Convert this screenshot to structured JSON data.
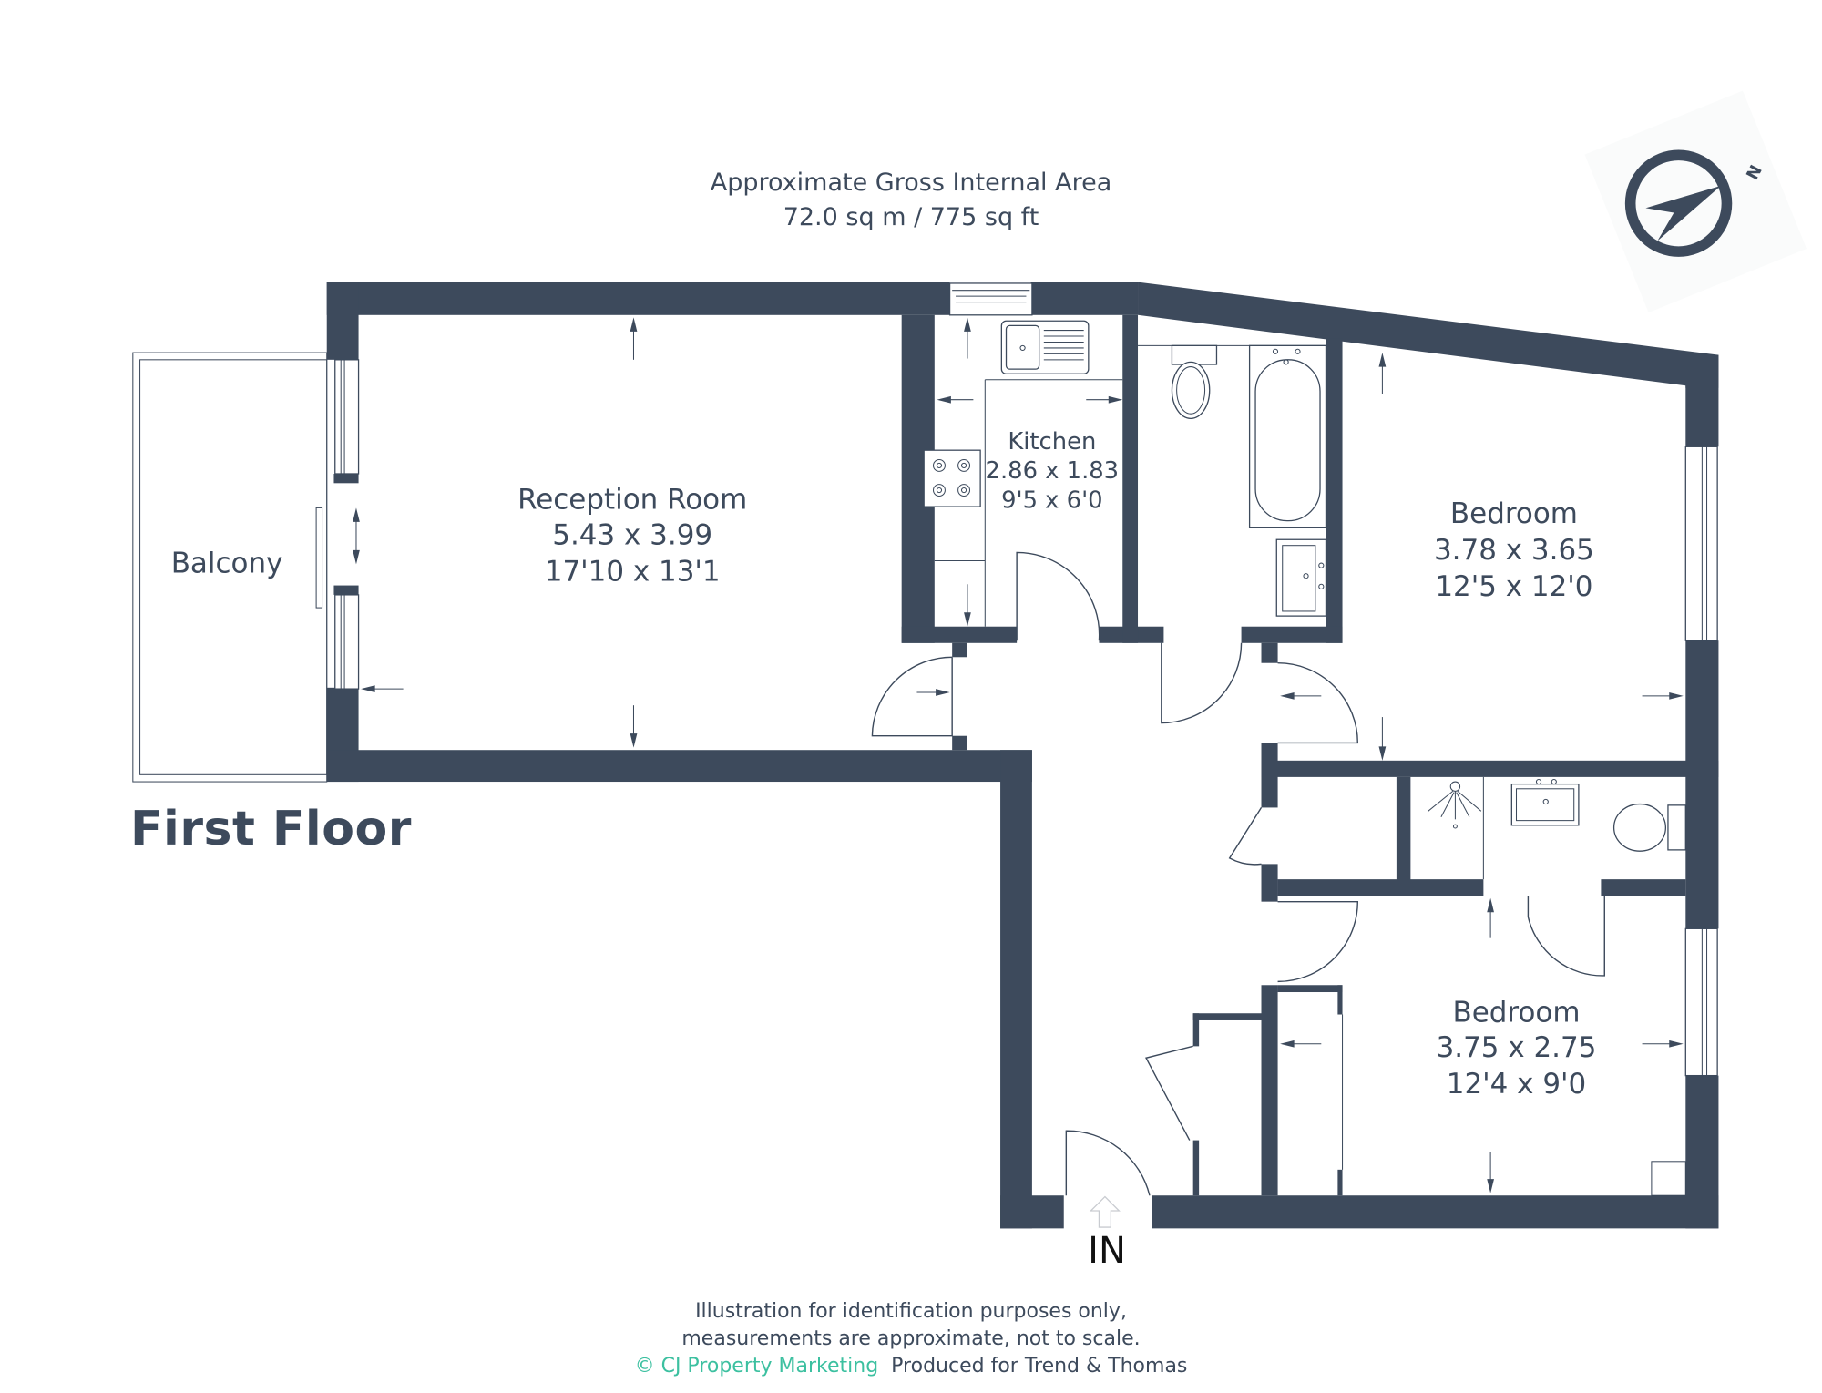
{
  "header": {
    "title": "Approximate Gross Internal Area",
    "area": "72.0 sq m / 775 sq ft"
  },
  "compass": {
    "icon": "compass-north-icon",
    "label": "N"
  },
  "floor": {
    "title": "First Floor"
  },
  "rooms": [
    {
      "name": "Reception Room",
      "metric": "5.43 x 3.99",
      "imperial": "17'10 x 13'1"
    },
    {
      "name": "Kitchen",
      "metric": "2.86 x 1.83",
      "imperial": "9'5 x 6'0"
    },
    {
      "name": "Bedroom",
      "metric": "3.78 x 3.65",
      "imperial": "12'5 x 12'0"
    },
    {
      "name": "Bedroom",
      "metric": "3.75 x 2.75",
      "imperial": "12'4 x 9'0"
    },
    {
      "name": "Balcony"
    }
  ],
  "entrance": {
    "label": "IN"
  },
  "footer": {
    "line1": "Illustration for identification purposes only,",
    "line2": "measurements are approximate, not to scale.",
    "brand": "© CJ Property Marketing",
    "produced": "Produced for Trend & Thomas"
  },
  "colors": {
    "wall": "#3d4a5c",
    "brand": "#3cc0a0",
    "background": "#ffffff"
  }
}
